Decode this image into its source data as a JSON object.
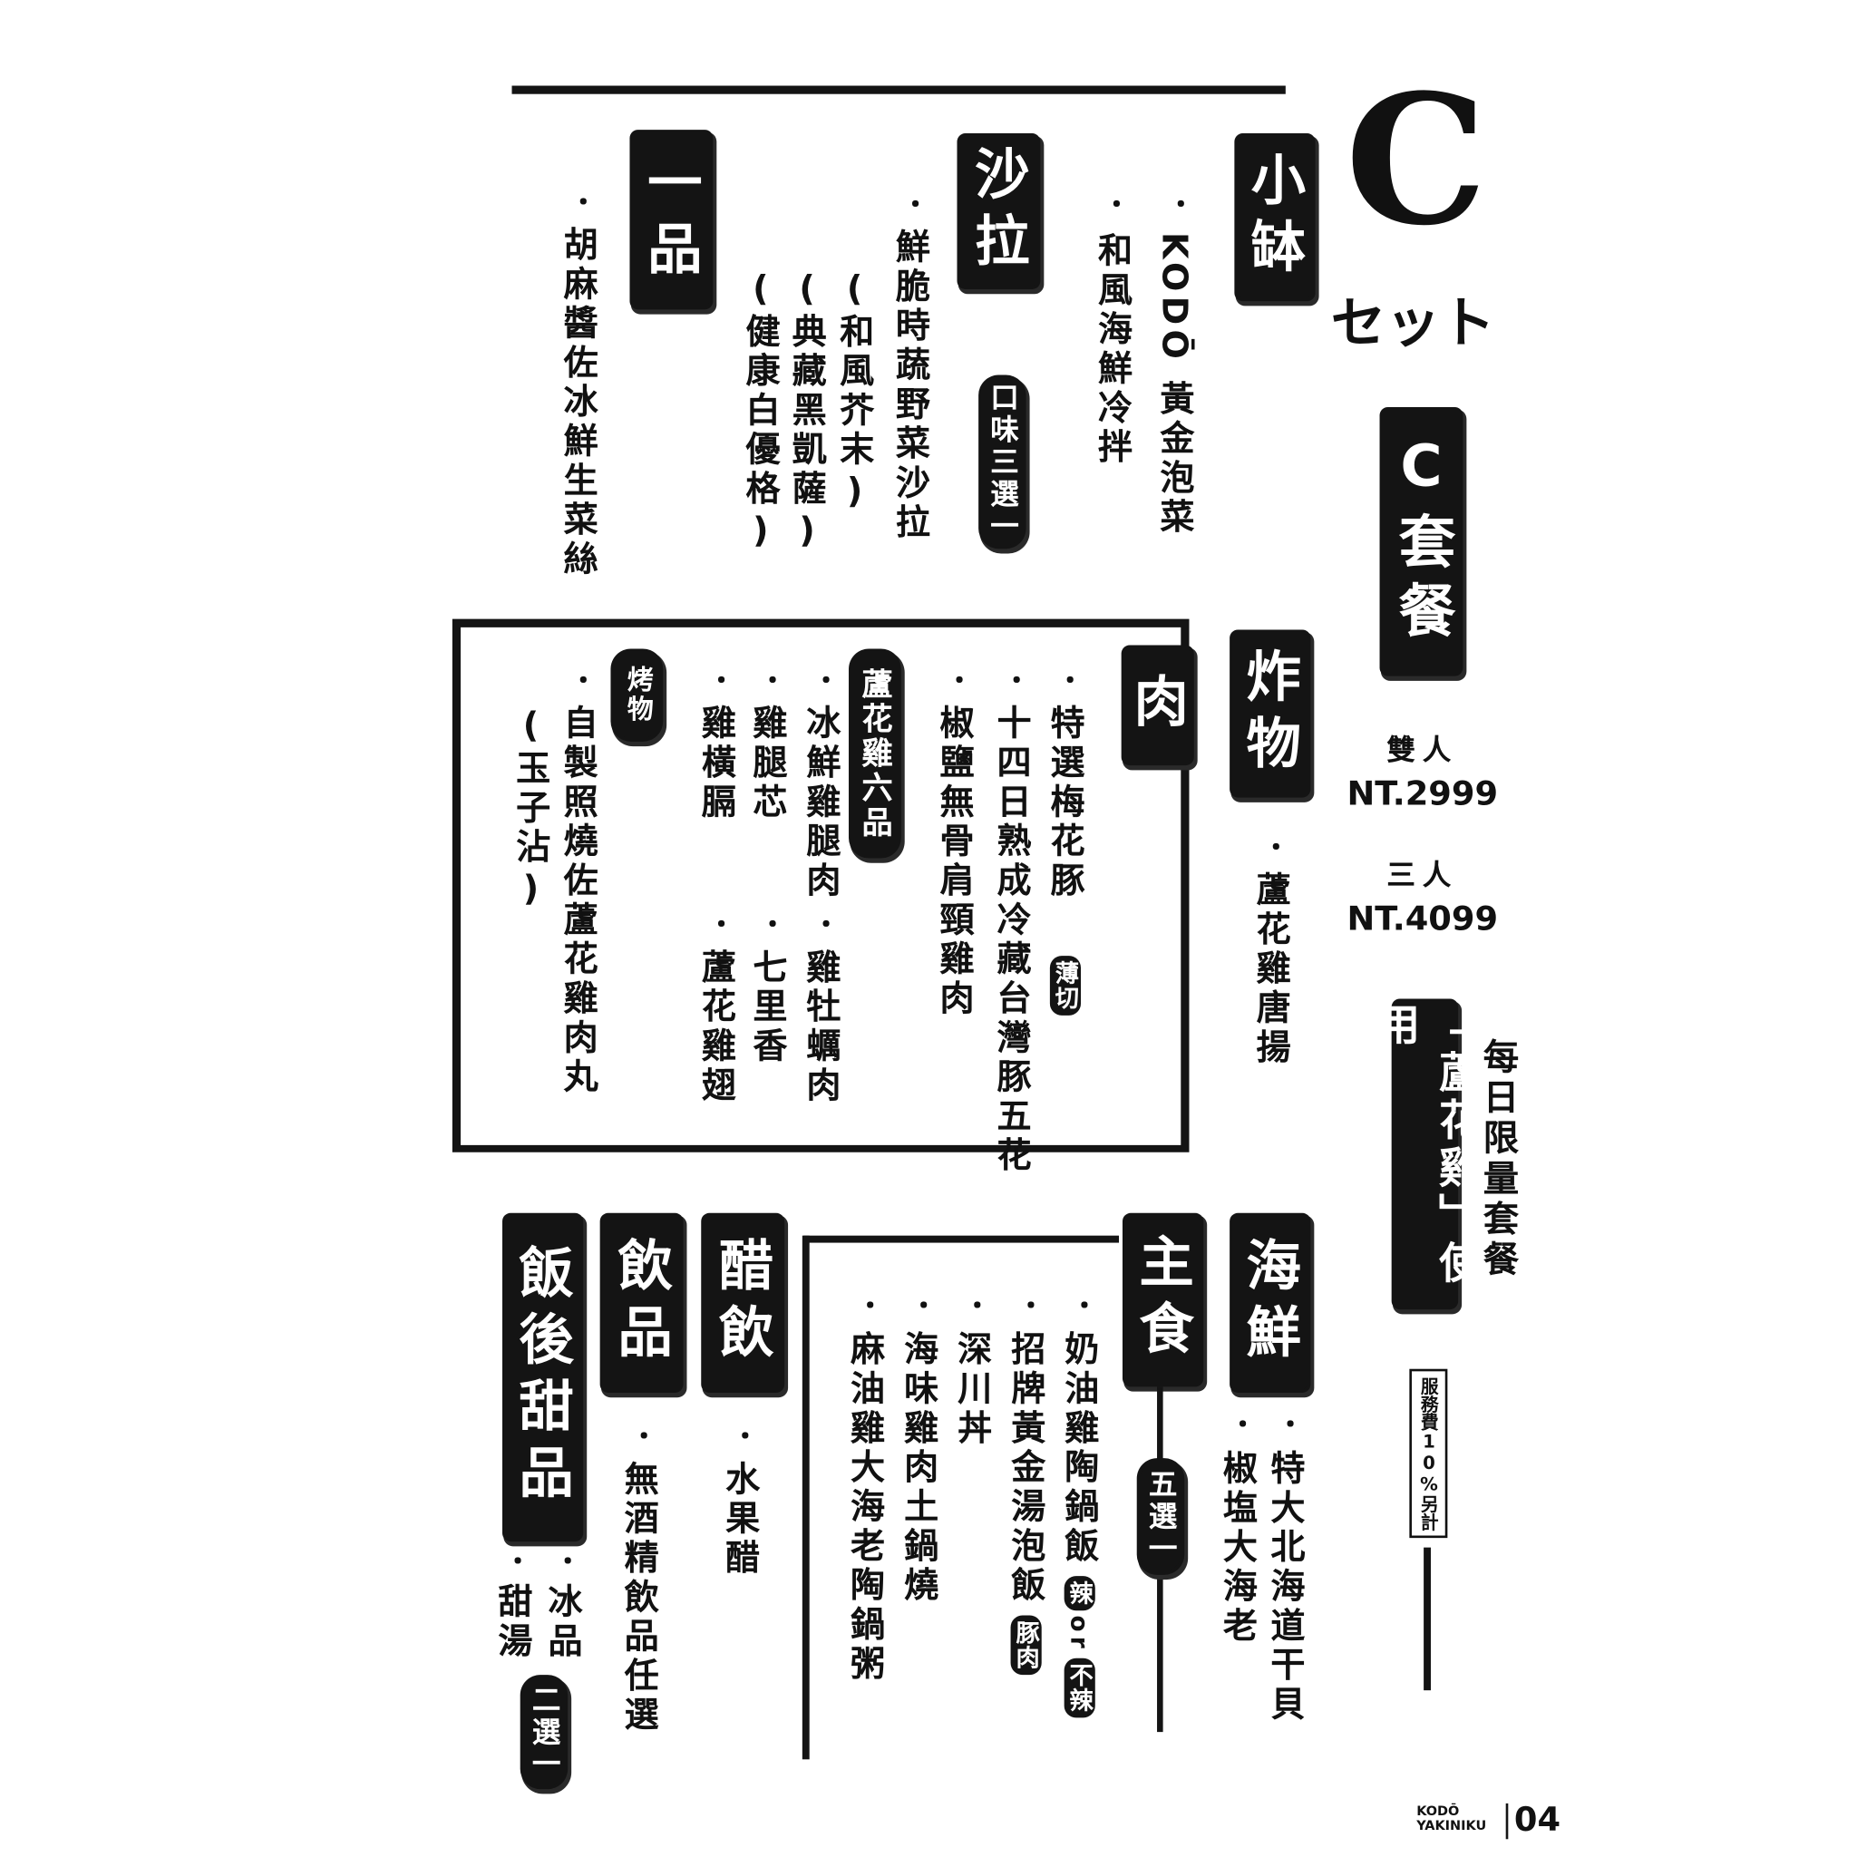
{
  "logo": {
    "letter": "C",
    "katakana": "セット"
  },
  "set_title": "C套餐",
  "prices": [
    {
      "label": "雙人",
      "value": "NT.2999"
    },
    {
      "label": "三人",
      "value": "NT.4099"
    }
  ],
  "chicken_note": "「蘆花雞」使用",
  "daily_limited": "每日限量套餐",
  "service_fee": "服務費10%另計",
  "sections": {
    "kobachi": {
      "title": "小缽",
      "items": [
        "KODŌ 黃金泡菜",
        "和風海鮮冷拌"
      ]
    },
    "salad": {
      "title": "沙拉",
      "items": [
        "鮮脆時蔬野菜沙拉"
      ],
      "choice": "口味三選一",
      "options": [
        "(和風芥末)",
        "(典藏黑凱薩)",
        "(健康白優格)"
      ]
    },
    "ippin": {
      "title": "一品",
      "items": [
        "胡麻醬佐冰鮮生菜絲"
      ]
    },
    "fried": {
      "title": "炸物",
      "items": [
        "蘆花雞唐揚"
      ]
    },
    "meat": {
      "title": "肉",
      "items": [
        "特選梅花豚",
        "十四日熟成冷藏台灣豚五花",
        "椒鹽無骨肩頸雞肉"
      ],
      "badge": "薄切",
      "chicken_title": "蘆花雞六品",
      "chicken_items": [
        "冰鮮雞腿肉",
        "雞牡蠣肉",
        "雞腿芯",
        "七里香",
        "雞橫膈",
        "蘆花雞翅"
      ],
      "grill_title": "烤物",
      "grill_items": [
        "自製照燒佐蘆花雞肉丸",
        "(玉子沾)"
      ]
    },
    "seafood": {
      "title": "海鮮",
      "items": [
        "特大北海道干貝",
        "椒塩大海老"
      ]
    },
    "main": {
      "title": "主食",
      "choice": "五選一",
      "items": [
        "奶油雞陶鍋飯",
        "招牌黃金湯泡飯",
        "深川丼",
        "海味雞肉土鍋燒",
        "麻油雞大海老陶鍋粥"
      ],
      "spicy": "辣",
      "or": "or",
      "not_spicy": "不辣",
      "pork": "豚肉"
    },
    "vinegar": {
      "title": "醋飲",
      "items": [
        "水果醋"
      ]
    },
    "drinks": {
      "title": "飲品",
      "items": [
        "無酒精飲品任選"
      ]
    },
    "dessert": {
      "title": "飯後甜品",
      "items": [
        "冰品",
        "甜湯"
      ],
      "choice": "二選一"
    }
  },
  "footer": {
    "brand_line1": "KODŌ",
    "brand_line2": "YAKINIKU",
    "page": "04"
  }
}
